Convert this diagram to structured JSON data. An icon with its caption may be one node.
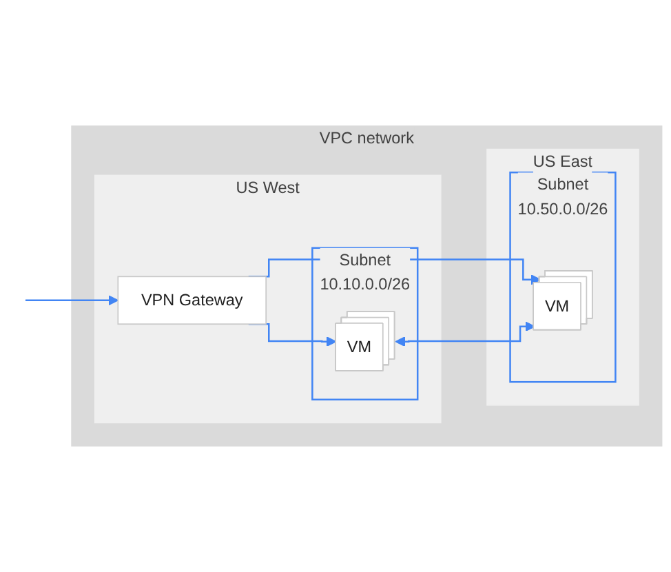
{
  "diagram": {
    "nodes": [
      {
        "text": [
          "VPC network"
        ]
      },
      {
        "text": [
          "US West"
        ],
        "in": 0
      },
      {
        "text": [
          "VPN Gateway"
        ],
        "in": 1
      },
      {
        "text": [
          "Subnet",
          "10.10.0.0/26"
        ],
        "in": 1
      },
      {
        "text": [
          "VM"
        ],
        "in": 3
      },
      {
        "text": [
          "US East"
        ],
        "in": 0
      },
      {
        "text": [
          "Subnet",
          "10.50.0.0/26"
        ],
        "in": 5
      },
      {
        "text": [
          "VM"
        ],
        "in": 6
      }
    ],
    "edges": [
      {
        "from": null,
        "to": 2,
        "arrow": "to"
      },
      {
        "from": 2,
        "to": 4,
        "arrow": "to"
      },
      {
        "from": 2,
        "to": 7,
        "arrow": "to"
      },
      {
        "from": 4,
        "to": 7,
        "arrow": "both"
      }
    ]
  }
}
